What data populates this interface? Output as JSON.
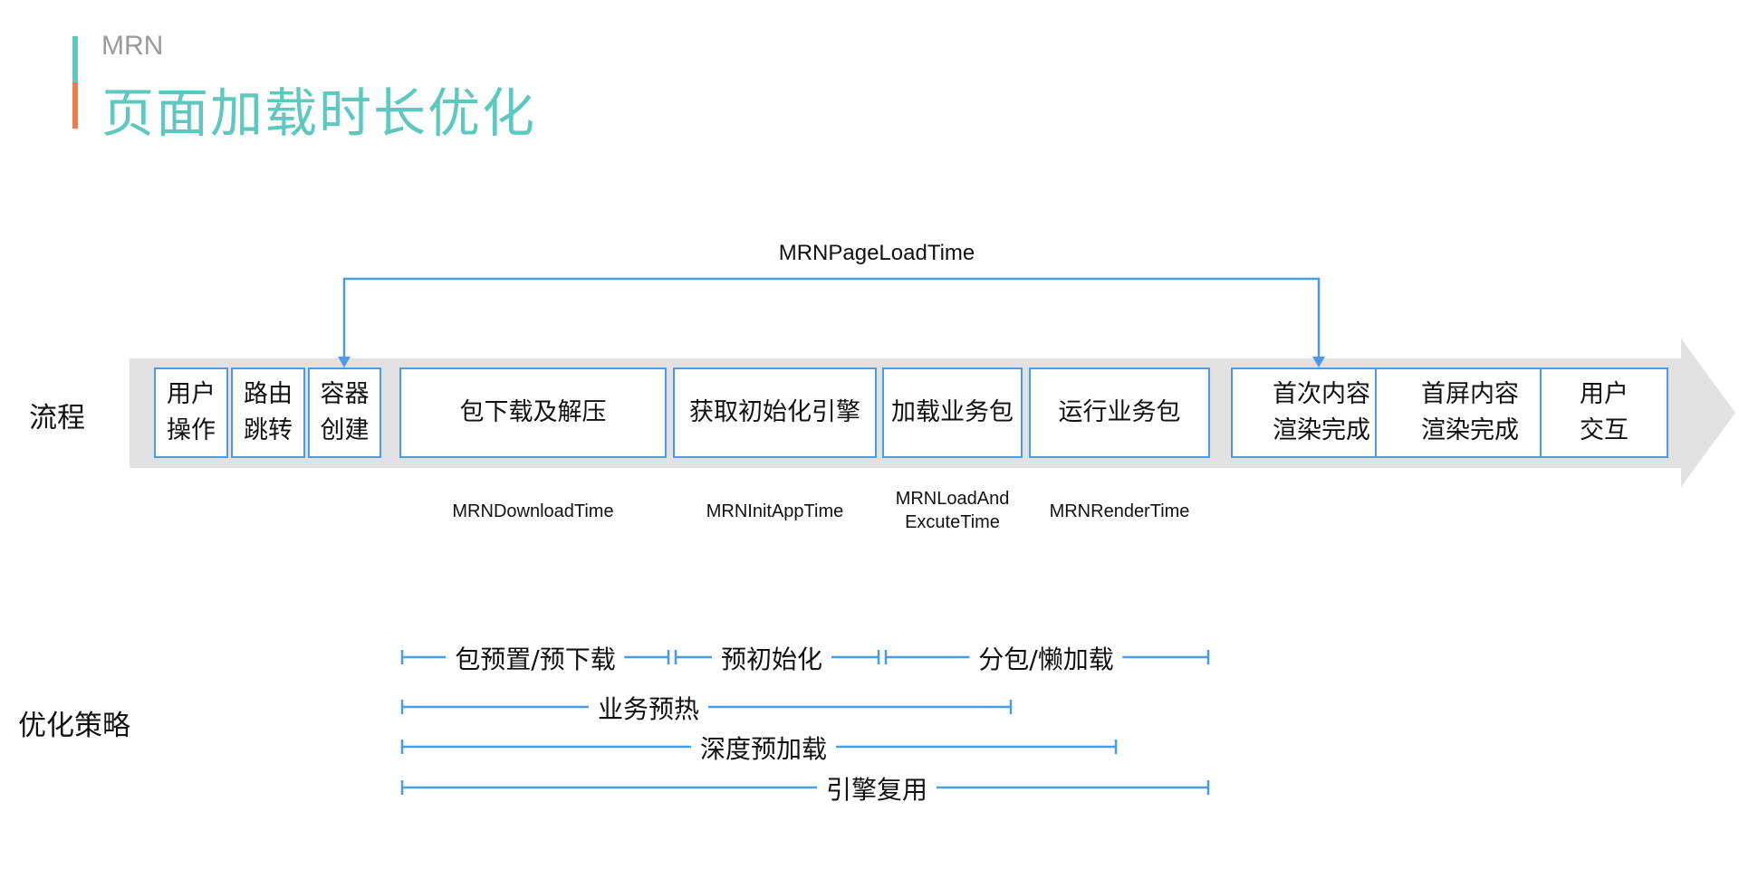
{
  "header": {
    "kicker": "MRN",
    "title": "页面加载时长优化",
    "accent_colors": [
      "#5cc8be",
      "#ef7a4d"
    ]
  },
  "flow": {
    "row_label": "流程",
    "stages": [
      {
        "label": "用户\n操作"
      },
      {
        "label": "路由\n跳转"
      },
      {
        "label": "容器\n创建"
      },
      {
        "label": "包下载及解压"
      },
      {
        "label": "获取初始化引擎"
      },
      {
        "label": "加载业务包"
      },
      {
        "label": "运行业务包"
      },
      {
        "label": "首次内容\n渲染完成"
      },
      {
        "label": "首屏内容\n渲染完成"
      },
      {
        "label": "用户\n交互"
      }
    ],
    "overall_metric": "MRNPageLoadTime",
    "metrics": [
      {
        "label": "MRNDownloadTime"
      },
      {
        "label": "MRNInitAppTime"
      },
      {
        "label": "MRNLoadAnd\nExcuteTime"
      },
      {
        "label": "MRNRenderTime"
      }
    ],
    "box_color": "#4a9be8",
    "band_color": "#e1e1e1"
  },
  "strategies": {
    "row_label": "优化策略",
    "items": [
      {
        "label": "包预置/预下载"
      },
      {
        "label": "预初始化"
      },
      {
        "label": "分包/懒加载"
      },
      {
        "label": "业务预热"
      },
      {
        "label": "深度预加载"
      },
      {
        "label": "引擎复用"
      }
    ],
    "line_color": "#4a9be8"
  }
}
